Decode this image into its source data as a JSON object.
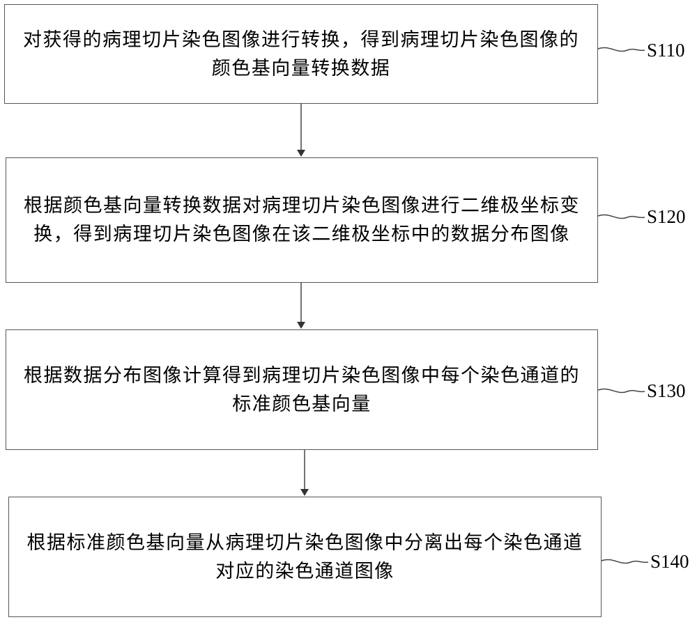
{
  "steps": [
    {
      "id": "S110",
      "text": "对获得的病理切片染色图像进行转换，得到病理切片染色图像的颜色基向量转换数据"
    },
    {
      "id": "S120",
      "text": "根据颜色基向量转换数据对病理切片染色图像进行二维极坐标变换，得到病理切片染色图像在该二维极坐标中的数据分布图像"
    },
    {
      "id": "S130",
      "text": "根据数据分布图像计算得到病理切片染色图像中每个染色通道的标准颜色基向量"
    },
    {
      "id": "S140",
      "text": "根据标准颜色基向量从病理切片染色图像中分离出每个染色通道对应的染色通道图像"
    }
  ]
}
